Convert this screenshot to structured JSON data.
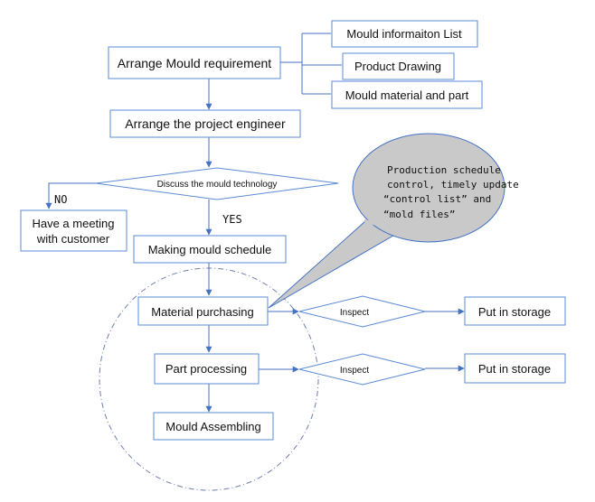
{
  "nodes": {
    "arrange_requirement": "Arrange Mould requirement",
    "mould_info_list": "Mould informaiton List",
    "product_drawing": "Product Drawing",
    "mould_material_part": "Mould material and part",
    "arrange_engineer": "Arrange the project engineer",
    "discuss_technology": "Discuss the mould technology",
    "no_label": "NO",
    "yes_label": "YES",
    "meeting_line1": "Have a meeting",
    "meeting_line2": "with customer",
    "making_schedule": "Making mould schedule",
    "material_purchasing": "Material purchasing",
    "inspect_1": "Inspect",
    "storage_1": "Put in storage",
    "part_processing": "Part processing",
    "inspect_2": "Inspect",
    "storage_2": "Put in storage",
    "mould_assembling": "Mould Assembling"
  },
  "callout": {
    "line1": "Production schedule",
    "line2": "control, timely update",
    "line3": "“control list” and",
    "line4": "“mold files”"
  },
  "colors": {
    "box_border": "#5b8bd4",
    "arrow": "#4472c4",
    "callout_fill": "#c9c9c9",
    "callout_border": "#4472c4"
  }
}
